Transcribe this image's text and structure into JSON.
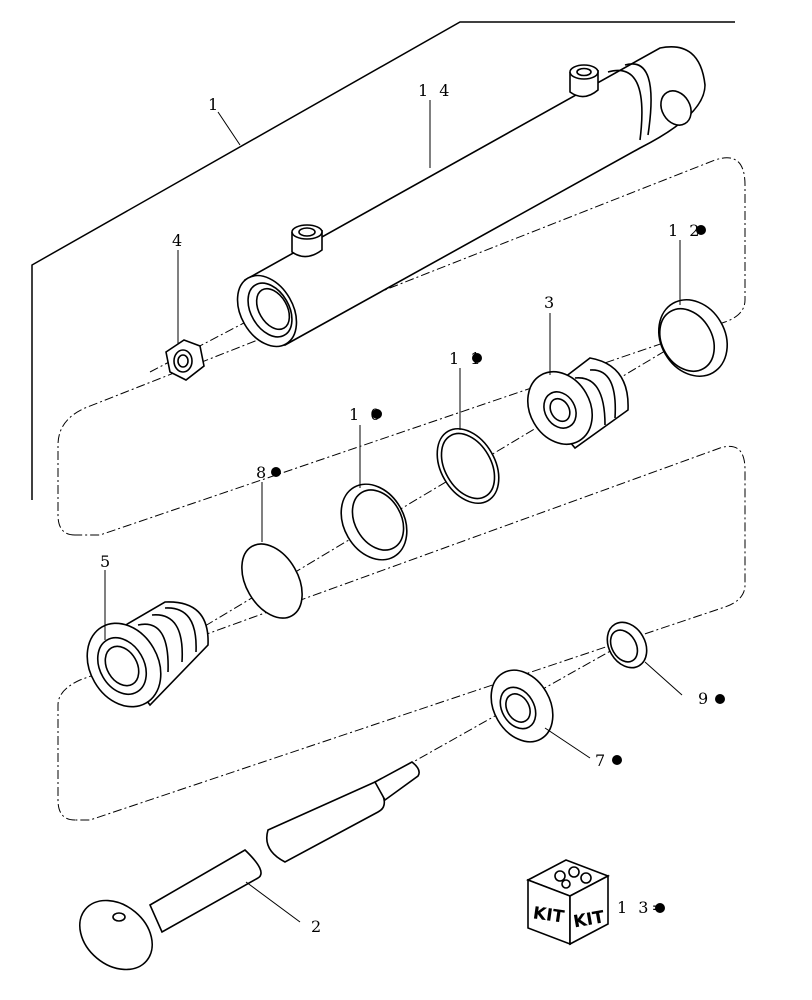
{
  "callouts": {
    "p1": "1",
    "p2": "2",
    "p3": "3",
    "p4": "4",
    "p5": "5",
    "p7": "7",
    "p8": "8",
    "p9": "9",
    "p10": "1 0",
    "p11": "1 1",
    "p12": "1 2",
    "p13": "1 3=",
    "p14": "1 4"
  },
  "kit": {
    "left": "KIT",
    "right": "KIT"
  }
}
